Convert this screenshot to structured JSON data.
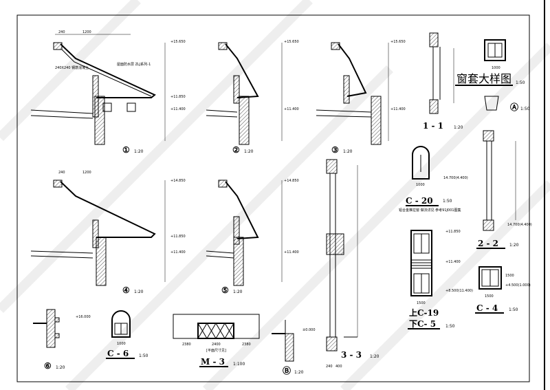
{
  "details": {
    "d1": {
      "num": "①",
      "scale": "1:20",
      "dims": [
        "240",
        "1200"
      ],
      "elev": [
        "+15.650",
        "+11.850",
        "+11.400"
      ],
      "note1": "240X240 钢筋混凝土",
      "note2": "屋面防水层 ZLJ系列-1"
    },
    "d2": {
      "num": "②",
      "scale": "1:20",
      "elev": [
        "+15.650",
        "+11.400"
      ]
    },
    "d3": {
      "num": "③",
      "scale": "1:20",
      "elev": [
        "+15.650",
        "+11.400"
      ]
    },
    "d4": {
      "num": "④",
      "scale": "1:20",
      "dims": [
        "240",
        "1200"
      ],
      "elev": [
        "+14.850",
        "+11.850",
        "+11.400"
      ]
    },
    "d5": {
      "num": "⑤",
      "scale": "1:20",
      "elev": [
        "+14.850",
        "+11.400"
      ]
    },
    "d6": {
      "num": "⑥",
      "scale": "1:20",
      "elev": [
        "+16.000"
      ]
    },
    "dA": {
      "num": "Ⓐ",
      "scale": "1:50"
    },
    "dB": {
      "num": "Ⓑ",
      "scale": "1:20",
      "elev": [
        "±0.000"
      ]
    }
  },
  "sections": {
    "s11": {
      "label": "1 - 1",
      "scale": "1:20"
    },
    "s22": {
      "label": "2 - 2",
      "scale": "1:20",
      "elev": "14.700(4.400)"
    },
    "s33": {
      "label": "3 - 3",
      "scale": "1:20",
      "dims": [
        "240",
        "400"
      ]
    }
  },
  "window_detail": {
    "title": "窗套大样图",
    "scale": "1:50",
    "dims": [
      "1000"
    ]
  },
  "windows": {
    "c20": {
      "label": "C - 20",
      "scale": "1:50",
      "note": "铝合金推拉窗 做法详见 参考91J001图集",
      "width": "1000",
      "elev": "14.700(4.400)"
    },
    "c19": {
      "label_top": "上C-19",
      "label_bottom": "下C- 5",
      "scale": "1:50",
      "width": "1500",
      "elev": [
        "+11.850",
        "+11.400",
        "+8.500(11.400)"
      ]
    },
    "c4": {
      "label": "C - 4",
      "scale": "1:50",
      "width": "1500",
      "height": "1500",
      "elev": "+4.500(1.000)"
    },
    "c6": {
      "label": "C - 6",
      "scale": "1:50",
      "width": "1000"
    }
  },
  "door": {
    "label": "M - 3",
    "scale": "1:100",
    "dims": [
      "2380",
      "2400",
      "2380"
    ],
    "sub": "[平面尺寸见]"
  }
}
